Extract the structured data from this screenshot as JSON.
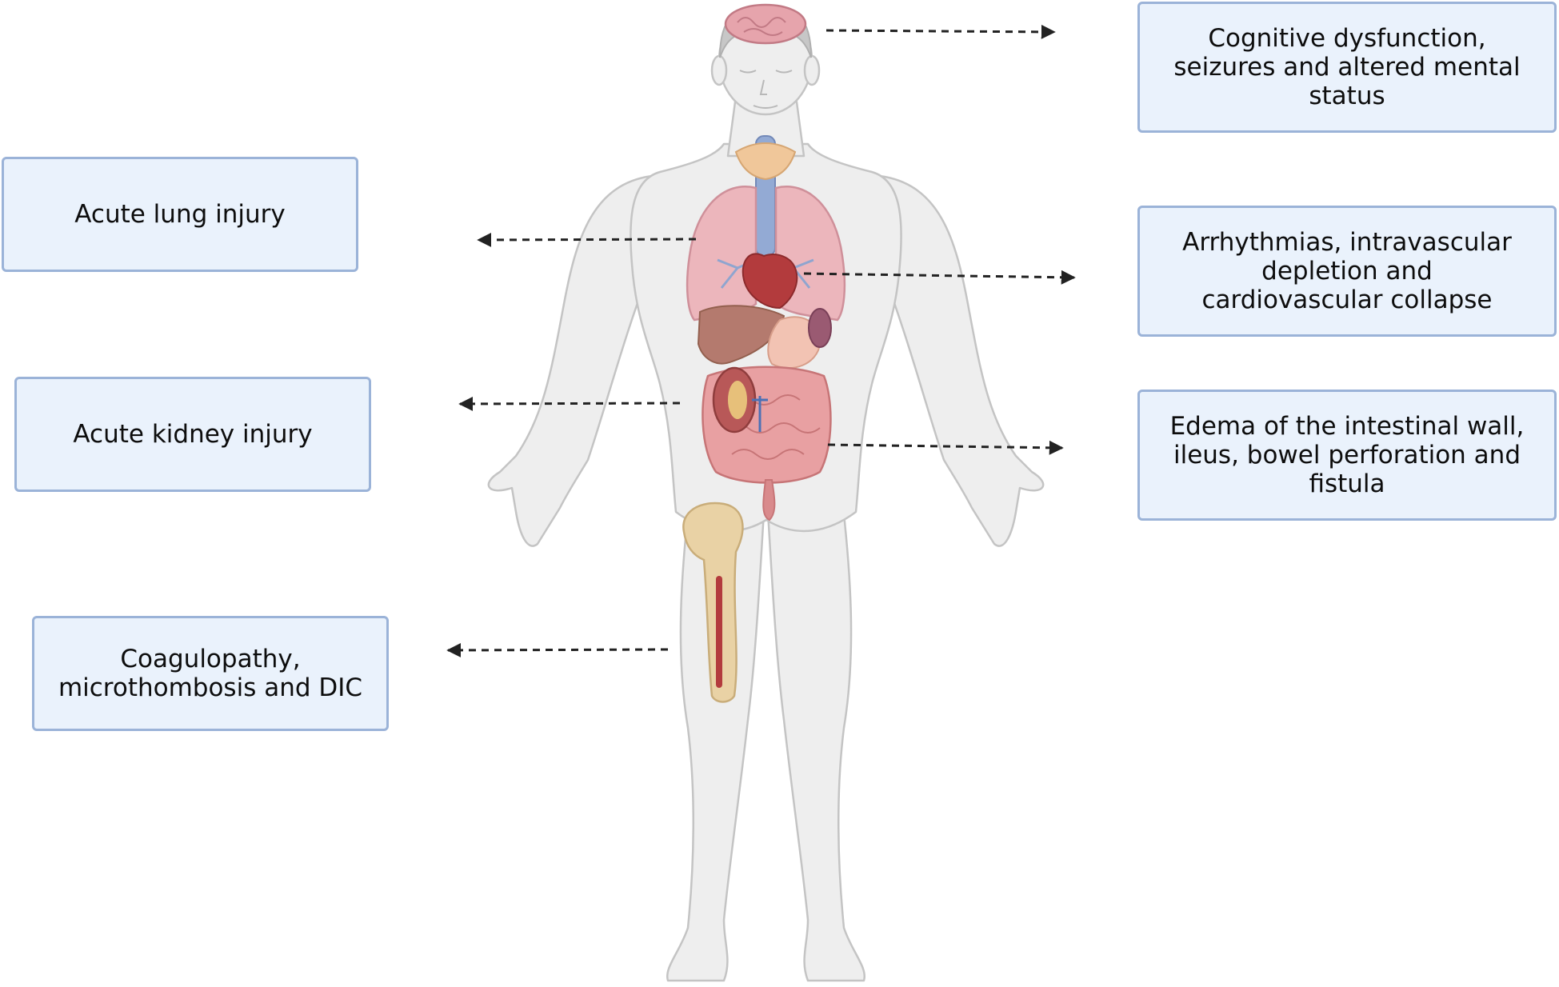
{
  "labels": {
    "brain": "Cognitive dysfunction,\nseizures and altered mental\nstatus",
    "lung": "Acute lung injury",
    "heart": "Arrhythmias, intravascular\ndepletion and\ncardiovascular collapse",
    "kidney": "Acute  kidney injury",
    "intestine": "Edema of the intestinal wall,\nileus, bowel perforation and\nfistula",
    "bone": "Coagulopathy,\nmicrothombosis and DIC"
  },
  "colors": {
    "box_fill": "#eaf2fc",
    "box_border": "#9bb3d8",
    "body_fill": "#eeeeee",
    "body_outline": "#c4c4c4",
    "arrow": "#222222"
  }
}
